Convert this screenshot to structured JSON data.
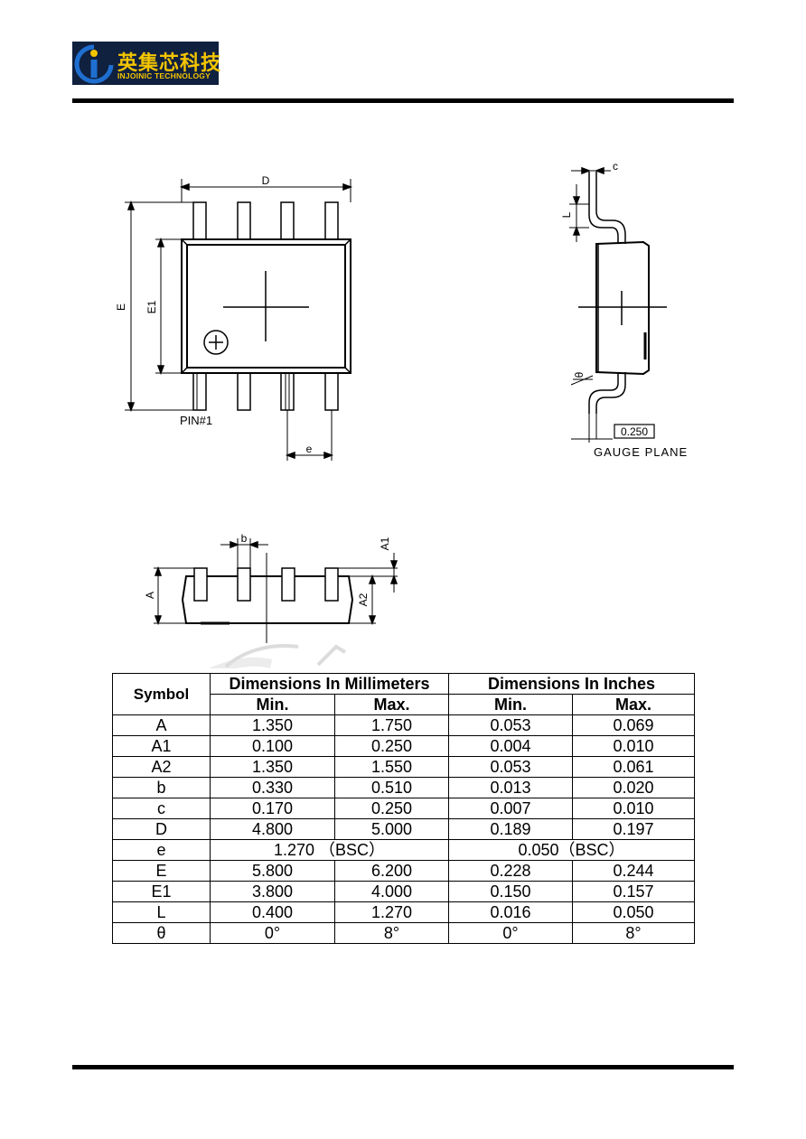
{
  "brand": {
    "name_cn": "英集芯科技",
    "name_en": "INJOINIC TECHNOLOGY",
    "colors": {
      "background": "#10203f",
      "text": "#f3c400",
      "mark": "#1f6fd1"
    }
  },
  "drawing": {
    "top_view": {
      "label_D": "D",
      "label_E": "E",
      "label_E1": "E1",
      "label_e": "e",
      "pin1_label": "PIN#1"
    },
    "side_view": {
      "label_c": "c",
      "label_L": "L",
      "label_theta": "θ",
      "gauge_value": "0.250",
      "gauge_label": "GAUGE PLANE"
    },
    "front_view": {
      "label_b": "b",
      "label_A": "A",
      "label_A1": "A1",
      "label_A2": "A2"
    }
  },
  "table": {
    "symbol_header": "Symbol",
    "group_headers": [
      "Dimensions In Millimeters",
      "Dimensions In Inches"
    ],
    "sub_headers": [
      "Min.",
      "Max.",
      "Min.",
      "Max."
    ],
    "rows": [
      {
        "symbol": "A",
        "mm_min": "1.350",
        "mm_max": "1.750",
        "in_min": "0.053",
        "in_max": "0.069"
      },
      {
        "symbol": "A1",
        "mm_min": "0.100",
        "mm_max": "0.250",
        "in_min": "0.004",
        "in_max": "0.010"
      },
      {
        "symbol": "A2",
        "mm_min": "1.350",
        "mm_max": "1.550",
        "in_min": "0.053",
        "in_max": "0.061"
      },
      {
        "symbol": "b",
        "mm_min": "0.330",
        "mm_max": "0.510",
        "in_min": "0.013",
        "in_max": "0.020"
      },
      {
        "symbol": "c",
        "mm_min": "0.170",
        "mm_max": "0.250",
        "in_min": "0.007",
        "in_max": "0.010"
      },
      {
        "symbol": "D",
        "mm_min": "4.800",
        "mm_max": "5.000",
        "in_min": "0.189",
        "in_max": "0.197"
      },
      {
        "symbol": "e",
        "mm_span": "1.270 （BSC）",
        "in_span": "0.050（BSC）"
      },
      {
        "symbol": "E",
        "mm_min": "5.800",
        "mm_max": "6.200",
        "in_min": "0.228",
        "in_max": "0.244"
      },
      {
        "symbol": "E1",
        "mm_min": "3.800",
        "mm_max": "4.000",
        "in_min": "0.150",
        "in_max": "0.157"
      },
      {
        "symbol": "L",
        "mm_min": "0.400",
        "mm_max": "1.270",
        "in_min": "0.016",
        "in_max": "0.050"
      },
      {
        "symbol": "θ",
        "mm_min": "0°",
        "mm_max": "8°",
        "in_min": "0°",
        "in_max": "8°"
      }
    ]
  }
}
